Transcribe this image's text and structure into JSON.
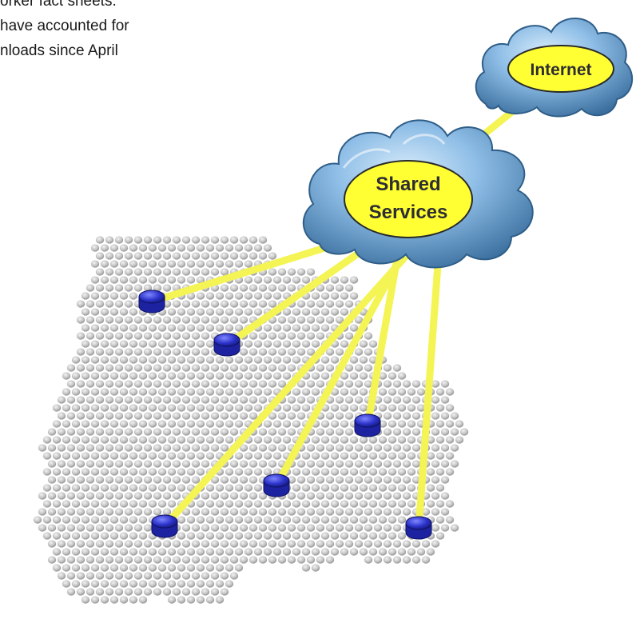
{
  "snippet": {
    "lines": [
      "orker fact sheets.",
      "have accounted for",
      "nloads since April"
    ]
  },
  "diagram": {
    "internet_label": "Internet",
    "shared_label_line1": "Shared",
    "shared_label_line2": "Services",
    "node_count": 6,
    "colors": {
      "cloud": "#6fa6d6",
      "cloud_dark": "#3b6f9e",
      "label_fill": "#ffff33",
      "link": "#f4f454",
      "node": "#2b32c9",
      "grid_dot": "#bdbdbd"
    }
  }
}
